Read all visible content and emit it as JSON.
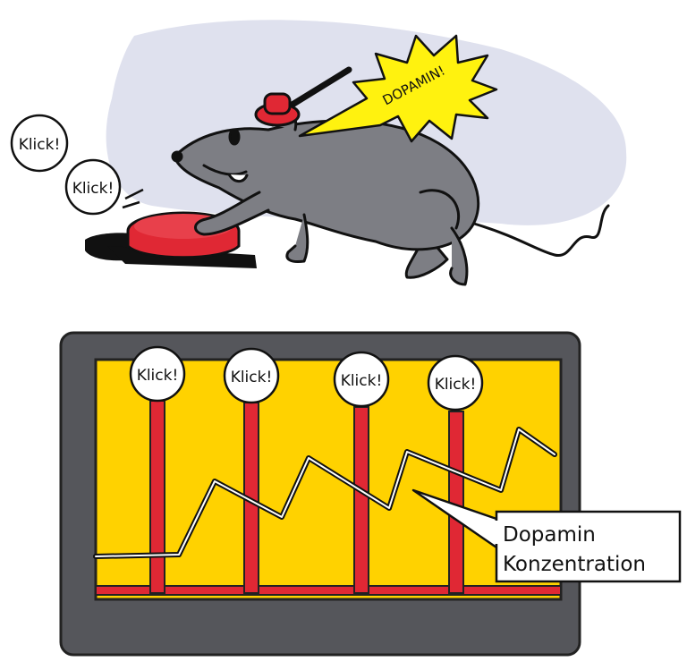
{
  "speech_bubbles": {
    "left_top": "Klick!",
    "left_bottom": "Klick!"
  },
  "starburst_text": "DOPAMIN!",
  "monitor": {
    "click_labels": [
      "Klick!",
      "Klick!",
      "Klick!",
      "Klick!"
    ],
    "callout_line1": "Dopamin",
    "callout_line2": "Konzentration"
  },
  "colors": {
    "background": "#ffffff",
    "wash": "#dfe1ee",
    "mouse": "#7d7e84",
    "red": "#e02834",
    "screen_yellow": "#ffd200",
    "monitor_frame": "#55565b",
    "outline": "#111111"
  },
  "icons": {
    "mouse": "mouse-illustration",
    "button": "red-push-button",
    "burst": "starburst"
  }
}
